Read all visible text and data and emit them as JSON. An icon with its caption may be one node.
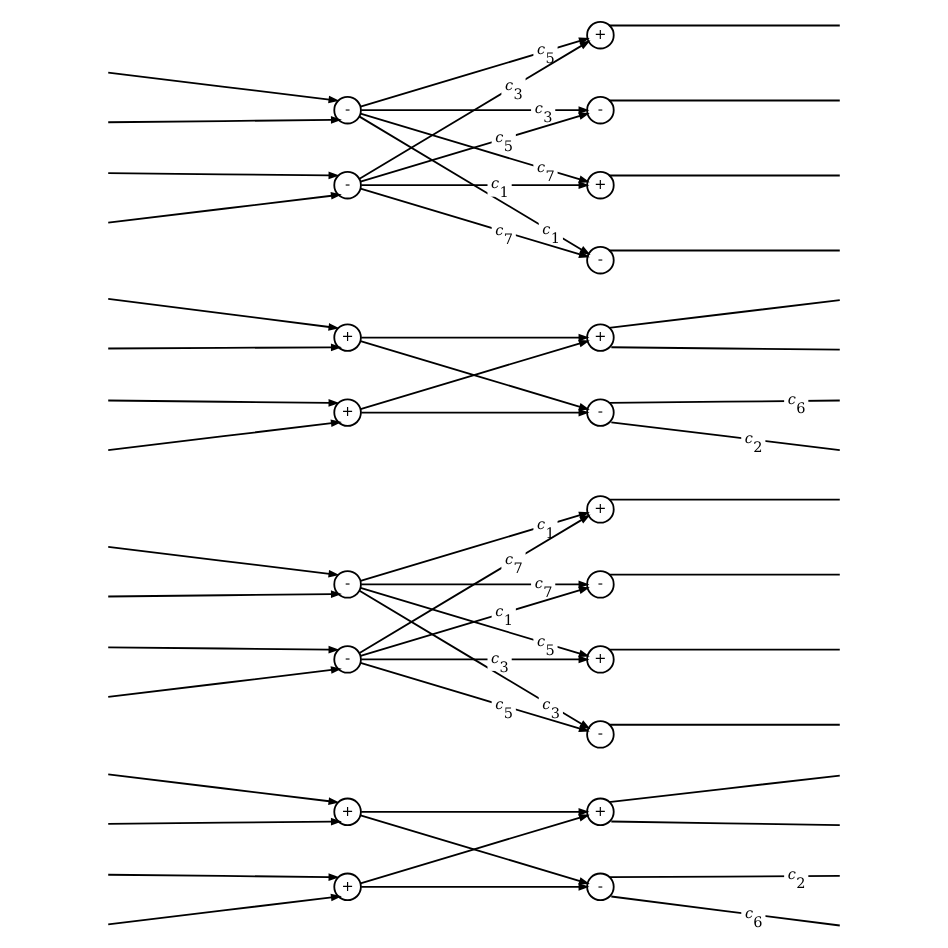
{
  "diagram": {
    "nodes": [
      {
        "text": [
          "+"
        ]
      },
      {
        "text": [
          "-"
        ]
      },
      {
        "text": [
          "+"
        ]
      },
      {
        "text": [
          "-"
        ]
      },
      {
        "text": [
          "+"
        ]
      },
      {
        "text": [
          "-"
        ]
      },
      {
        "text": [
          "+"
        ]
      },
      {
        "text": [
          "-"
        ]
      },
      {
        "text": [
          "+"
        ]
      },
      {
        "text": [
          "-"
        ]
      },
      {
        "text": [
          "+"
        ]
      },
      {
        "text": [
          "-"
        ]
      },
      {
        "text": [
          "+"
        ]
      },
      {
        "text": [
          "-"
        ]
      },
      {
        "text": [
          "+"
        ]
      },
      {
        "text": [
          "-"
        ]
      },
      {
        "text": [
          "+"
        ]
      },
      {
        "text": [
          "-"
        ]
      },
      {
        "text": [
          "+"
        ]
      },
      {
        "text": [
          "-"
        ]
      }
    ],
    "edges": [
      {
        "from": 0,
        "to": 16,
        "arrow": "to"
      },
      {
        "from": 0,
        "to": 17,
        "arrow": "to"
      },
      {
        "from": 1,
        "to": 8,
        "arrow": "to",
        "label": "c$_{1}$"
      },
      {
        "from": 1,
        "to": 9,
        "arrow": "to",
        "label": "c$_{7}$"
      },
      {
        "from": 1,
        "to": 12,
        "arrow": "to",
        "label": "c$_{5}$"
      },
      {
        "from": 1,
        "to": 13,
        "arrow": "to",
        "label": "c$_{3}$"
      },
      {
        "from": 2,
        "to": 16,
        "arrow": "to"
      },
      {
        "from": 2,
        "to": 17,
        "arrow": "to"
      },
      {
        "from": 3,
        "to": 8,
        "arrow": "to",
        "label": "c$_{7}$"
      },
      {
        "from": 3,
        "to": 9,
        "arrow": "to",
        "label": "c$_{1}$"
      },
      {
        "from": 3,
        "to": 12,
        "arrow": "to",
        "label": "c$_{3}$"
      },
      {
        "from": 3,
        "to": 13,
        "arrow": "to",
        "label": "c$_{5}$"
      },
      {
        "from": 4,
        "to": 18,
        "arrow": "to"
      },
      {
        "from": 4,
        "to": 19,
        "arrow": "to"
      },
      {
        "from": 5,
        "to": 10,
        "arrow": "to",
        "label": "c$_{5}$"
      },
      {
        "from": 5,
        "to": 11,
        "arrow": "to",
        "label": "c$_{3}$"
      },
      {
        "from": 5,
        "to": 14,
        "arrow": "to",
        "label": "c$_{7}$"
      },
      {
        "from": 5,
        "to": 15,
        "arrow": "to",
        "label": "c$_{1}$"
      },
      {
        "from": 6,
        "to": 18,
        "arrow": "to"
      },
      {
        "from": 6,
        "to": 19,
        "arrow": "to"
      },
      {
        "from": 7,
        "to": 10,
        "arrow": "to",
        "label": "c$_{3}$"
      },
      {
        "from": 7,
        "to": 11,
        "arrow": "to",
        "label": "c$_{5}$"
      },
      {
        "from": 7,
        "to": 14,
        "arrow": "to",
        "label": "c$_{1}$"
      },
      {
        "from": 7,
        "to": 15,
        "arrow": "to",
        "label": "c$_{7}$"
      },
      {
        "from": 8,
        "to": null,
        "arrow": "none"
      },
      {
        "from": 9,
        "to": null,
        "arrow": "none"
      },
      {
        "from": 10,
        "to": null,
        "arrow": "none"
      },
      {
        "from": 11,
        "to": null,
        "arrow": "none"
      },
      {
        "from": 12,
        "to": null,
        "arrow": "none"
      },
      {
        "from": 13,
        "to": null,
        "arrow": "none"
      },
      {
        "from": 14,
        "to": null,
        "arrow": "none"
      },
      {
        "from": 15,
        "to": null,
        "arrow": "none"
      },
      {
        "from": 16,
        "to": null,
        "arrow": "none"
      },
      {
        "from": 16,
        "to": null,
        "arrow": "none"
      },
      {
        "from": 17,
        "to": null,
        "arrow": "none",
        "label": "c$_{2}$"
      },
      {
        "from": 17,
        "to": null,
        "arrow": "none",
        "label": "c$_{6}$"
      },
      {
        "from": 18,
        "to": null,
        "arrow": "none"
      },
      {
        "from": 18,
        "to": null,
        "arrow": "none"
      },
      {
        "from": 19,
        "to": null,
        "arrow": "none",
        "label": "c$_{6}$"
      },
      {
        "from": 19,
        "to": null,
        "arrow": "none",
        "label": "c$_{2}$"
      },
      {
        "from": null,
        "to": 0,
        "arrow": "to"
      },
      {
        "from": null,
        "to": 0,
        "arrow": "to"
      },
      {
        "from": null,
        "to": 1,
        "arrow": "to"
      },
      {
        "from": null,
        "to": 1,
        "arrow": "to"
      },
      {
        "from": null,
        "to": 2,
        "arrow": "to"
      },
      {
        "from": null,
        "to": 2,
        "arrow": "to"
      },
      {
        "from": null,
        "to": 3,
        "arrow": "to"
      },
      {
        "from": null,
        "to": 3,
        "arrow": "to"
      },
      {
        "from": null,
        "to": 4,
        "arrow": "to"
      },
      {
        "from": null,
        "to": 4,
        "arrow": "to"
      },
      {
        "from": null,
        "to": 5,
        "arrow": "to"
      },
      {
        "from": null,
        "to": 5,
        "arrow": "to"
      },
      {
        "from": null,
        "to": 6,
        "arrow": "to"
      },
      {
        "from": null,
        "to": 6,
        "arrow": "to"
      },
      {
        "from": null,
        "to": 7,
        "arrow": "to"
      },
      {
        "from": null,
        "to": 7,
        "arrow": "to"
      }
    ]
  }
}
